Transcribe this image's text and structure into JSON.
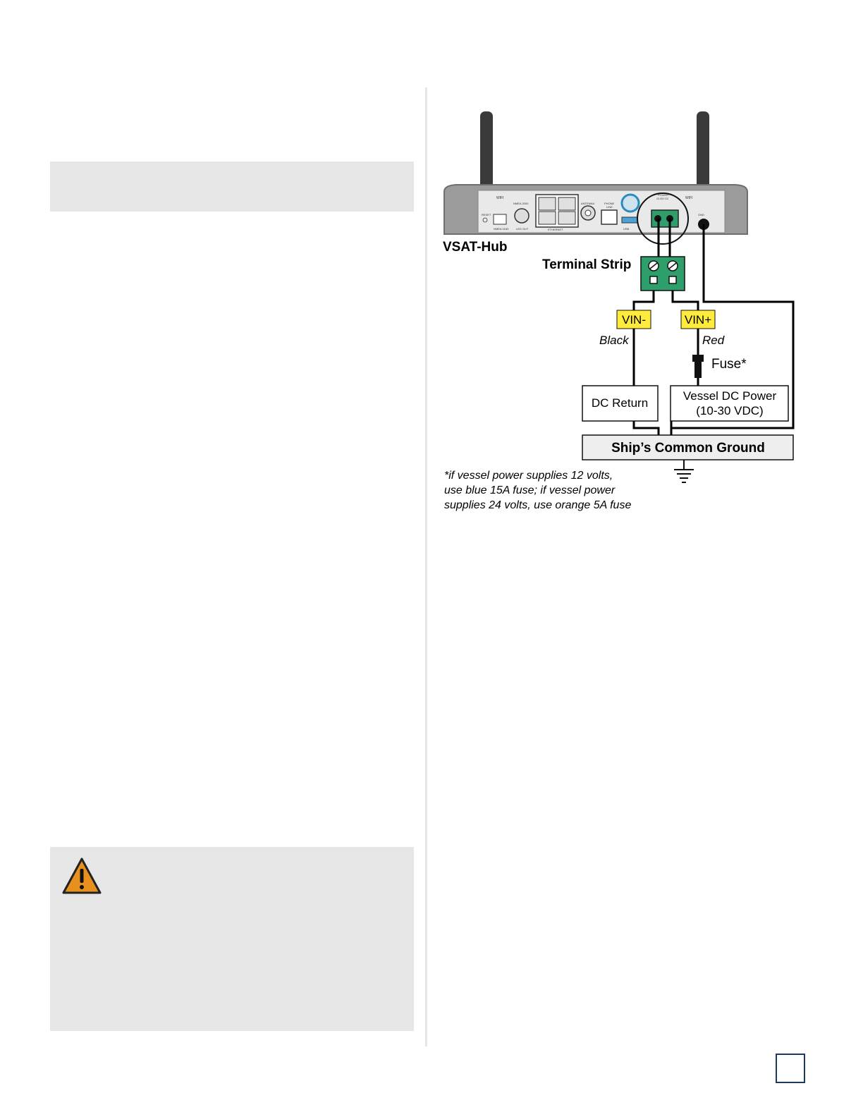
{
  "diagram": {
    "device_label": "VSAT-Hub",
    "terminal_strip_label": "Terminal Strip",
    "vin_minus_label": "VIN-",
    "vin_plus_label": "VIN+",
    "black_label": "Black",
    "red_label": "Red",
    "fuse_label": "Fuse*",
    "dc_return_label": "DC Return",
    "vessel_power_line1": "Vessel DC Power",
    "vessel_power_line2": "(10-30 VDC)",
    "ground_label": "Ship’s Common Ground",
    "footnote_line1": "*if vessel power supplies 12 volts,",
    "footnote_line2": "use blue 15A fuse; if vessel power",
    "footnote_line3": "supplies 24 volts, use orange 5A fuse",
    "panel_labels": {
      "wifi_left": "WIFI",
      "reset": "RESET",
      "nmea0183": "NMEA 0183",
      "nmea2000": "NMEA 2000",
      "ledout": "LED OUT",
      "ethernet": "ETHERNET",
      "antenna": "ANTENNA",
      "phone": "PHONE",
      "line": "LINE",
      "usb": "USB",
      "power": "POWER",
      "power_voltage": "10-30V DC",
      "wifi_right": "WIFI",
      "gnd": "GND"
    },
    "colors": {
      "terminal_strip": "#2e9e6b",
      "vin_tag": "#ffeb3b",
      "ground_box": "#eeeeee",
      "device_body": "#9b9b9b"
    }
  },
  "warning": {
    "icon": "warning-triangle-icon"
  }
}
